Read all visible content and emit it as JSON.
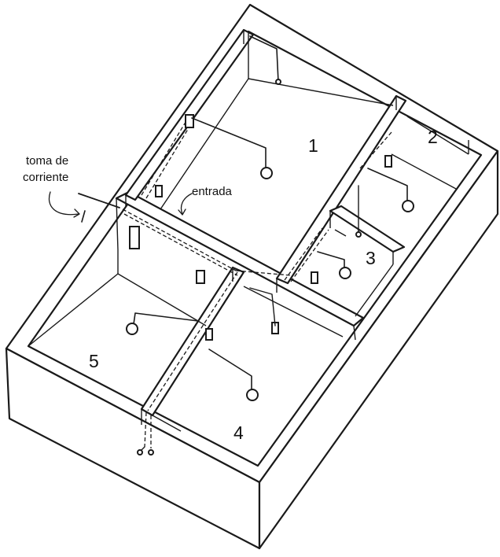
{
  "rooms": [
    {
      "number": "1"
    },
    {
      "number": "2"
    },
    {
      "number": "3"
    },
    {
      "number": "4"
    },
    {
      "number": "5"
    }
  ],
  "labels": {
    "outlet_line1": "toma de",
    "outlet_line2": "corriente",
    "entry": "entrada"
  }
}
